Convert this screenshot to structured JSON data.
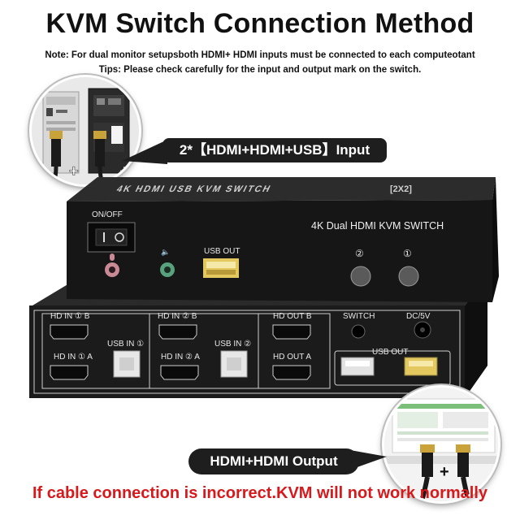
{
  "title": "KVM Switch Connection Method",
  "note": "Note: For dual monitor setupsboth HDMI+ HDMI inputs must be connected to each computeotant",
  "tips": "Tips: Please check carefully for the input and output mark on the switch.",
  "input_callout": "2*【HDMI+HDMI+USB】Input",
  "output_callout": "HDMI+HDMI Output",
  "warning": "If cable connection is incorrect.KVM will not work normally",
  "device": {
    "top_label": "4K HDMI USB KVM SWITCH",
    "top_model": "[2X2]",
    "front_title": "4K Dual HDMI KVM SWITCH",
    "on_off": "ON/OFF",
    "usb_out_front": "USB OUT",
    "btn2": "②",
    "btn1": "①",
    "speaker": "🔈",
    "back": {
      "hd_in_1_b": "HD IN ① B",
      "hd_in_1_a": "HD IN ① A",
      "usb_in_1": "USB IN ①",
      "hd_in_2_b": "HD IN ② B",
      "hd_in_2_a": "HD IN ② A",
      "usb_in_2": "USB IN ②",
      "hd_out_b": "HD OUT B",
      "hd_out_a": "HD OUT A",
      "switch": "SWITCH",
      "dc": "DC/5V",
      "usb_out": "USB OUT"
    }
  },
  "plus": "+",
  "colors": {
    "warning": "#d7191c",
    "device_body": "#1b1b1b",
    "callout_bg": "#1e1e1e",
    "connector_gold": "#caa23a"
  }
}
